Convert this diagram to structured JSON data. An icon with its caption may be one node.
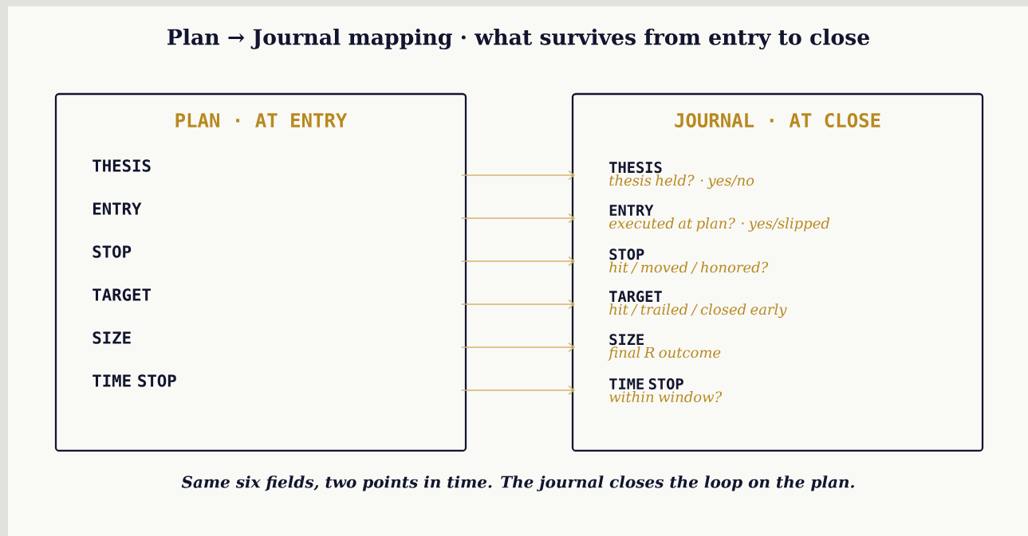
{
  "diagram": {
    "title": "Plan → Journal mapping  ·  what survives from entry to close",
    "caption": "Same six fields, two points in time. The journal closes the loop on the plan.",
    "nodes": [
      {
        "text": [
          "PLAN  ·  AT ENTRY"
        ]
      },
      {
        "text": [
          "THESIS"
        ],
        "in": 0
      },
      {
        "text": [
          "ENTRY"
        ],
        "in": 0
      },
      {
        "text": [
          "STOP"
        ],
        "in": 0
      },
      {
        "text": [
          "TARGET"
        ],
        "in": 0
      },
      {
        "text": [
          "SIZE"
        ],
        "in": 0
      },
      {
        "text": [
          "TIME STOP"
        ],
        "in": 0
      },
      {
        "text": [
          "JOURNAL  ·  AT CLOSE"
        ]
      },
      {
        "text": [
          "THESIS",
          "thesis held? · yes/no"
        ],
        "in": 7
      },
      {
        "text": [
          "ENTRY",
          "executed at plan? · yes/slipped"
        ],
        "in": 7
      },
      {
        "text": [
          "STOP",
          "hit / moved / honored?"
        ],
        "in": 7
      },
      {
        "text": [
          "TARGET",
          "hit / trailed / closed early"
        ],
        "in": 7
      },
      {
        "text": [
          "SIZE",
          "final R outcome"
        ],
        "in": 7
      },
      {
        "text": [
          "TIME STOP",
          "within window?"
        ],
        "in": 7
      }
    ],
    "edges": [
      {
        "from": 0,
        "to": 8,
        "arrow": "to"
      },
      {
        "from": 0,
        "to": 9,
        "arrow": "to"
      },
      {
        "from": 0,
        "to": 10,
        "arrow": "to"
      },
      {
        "from": 0,
        "to": 11,
        "arrow": "to"
      },
      {
        "from": 0,
        "to": 12,
        "arrow": "to"
      },
      {
        "from": 0,
        "to": 13,
        "arrow": "to"
      }
    ]
  }
}
